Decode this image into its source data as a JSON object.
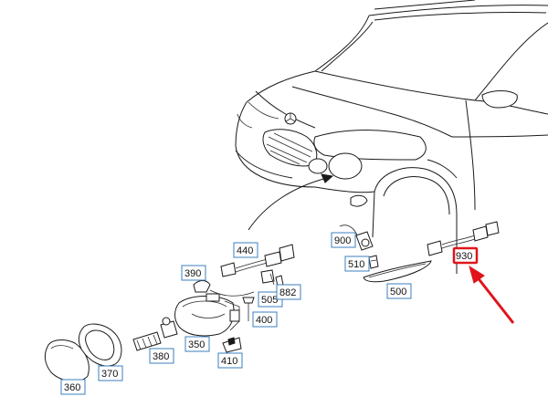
{
  "labels": {
    "l360": "360",
    "l370": "370",
    "l380": "380",
    "l350": "350",
    "l410": "410",
    "l390": "390",
    "l440": "440",
    "l505": "505",
    "l882": "882",
    "l400": "400",
    "l900": "900",
    "l510": "510",
    "l500": "500",
    "l930": "930"
  },
  "colors": {
    "label_border": "#3b7fbf",
    "highlight": "#e0141b",
    "arrow": "#e0141b",
    "line": "#1a1a1a"
  }
}
